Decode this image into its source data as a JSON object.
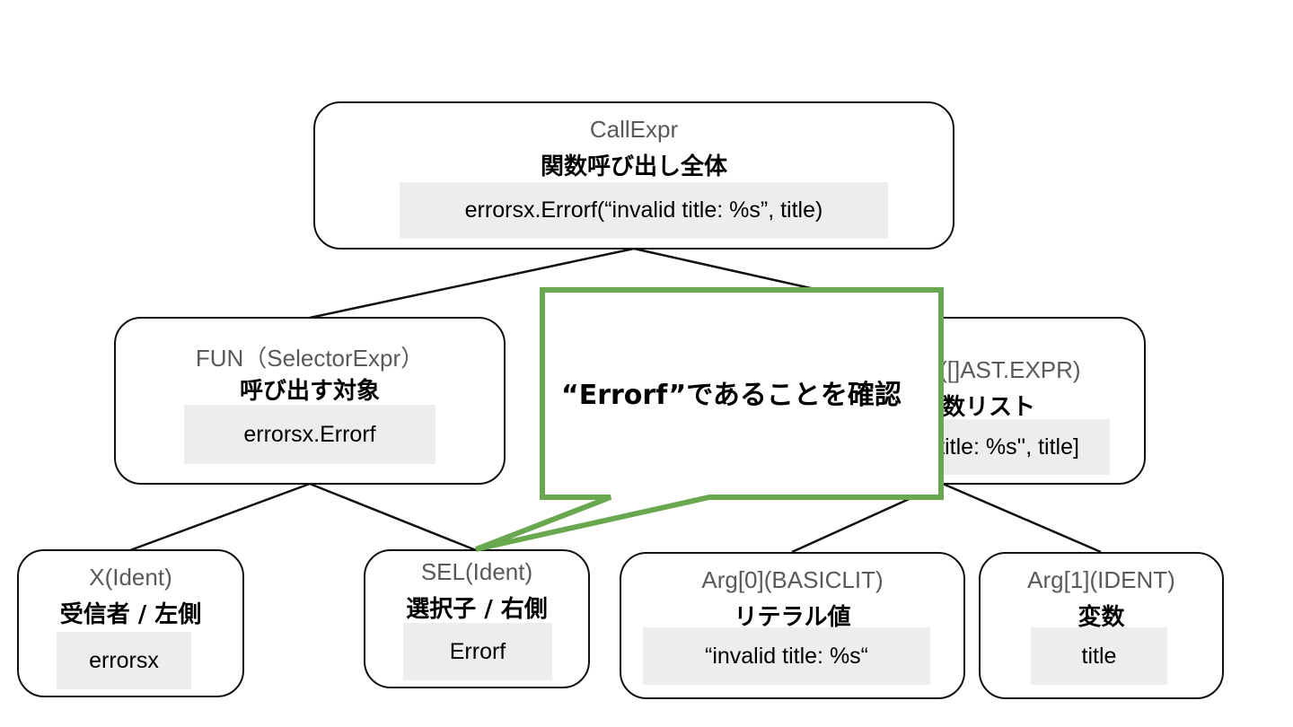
{
  "nodes": {
    "callexpr": {
      "type": "CallExpr",
      "role": "関数呼び出し全体",
      "code": "errorsx.Errorf(“invalid title: %s”, title)"
    },
    "fun": {
      "type": "FUN（SelectorExpr）",
      "role": "呼び出す対象",
      "code": "errorsx.Errorf"
    },
    "args": {
      "type": "ARGS([]AST.EXPR)",
      "role": "引数リスト",
      "code": "[“invalid title: %s'', title]"
    },
    "x": {
      "type": "X(Ident)",
      "role": "受信者 / 左側",
      "code": "errorsx"
    },
    "sel": {
      "type": "SEL(Ident)",
      "role": "選択子 / 右側",
      "code": "Errorf"
    },
    "arg0": {
      "type": "Arg[0](BASICLIT)",
      "role": "リテラル値",
      "code": "“invalid title: %s“"
    },
    "arg1": {
      "type": "Arg[1](IDENT)",
      "role": "変数",
      "code": "title"
    }
  },
  "callout": {
    "text": "“Errorf”であることを確認"
  },
  "colors": {
    "callout_border": "#6aa84f",
    "code_bg": "#ededed",
    "type_text": "#595959"
  }
}
